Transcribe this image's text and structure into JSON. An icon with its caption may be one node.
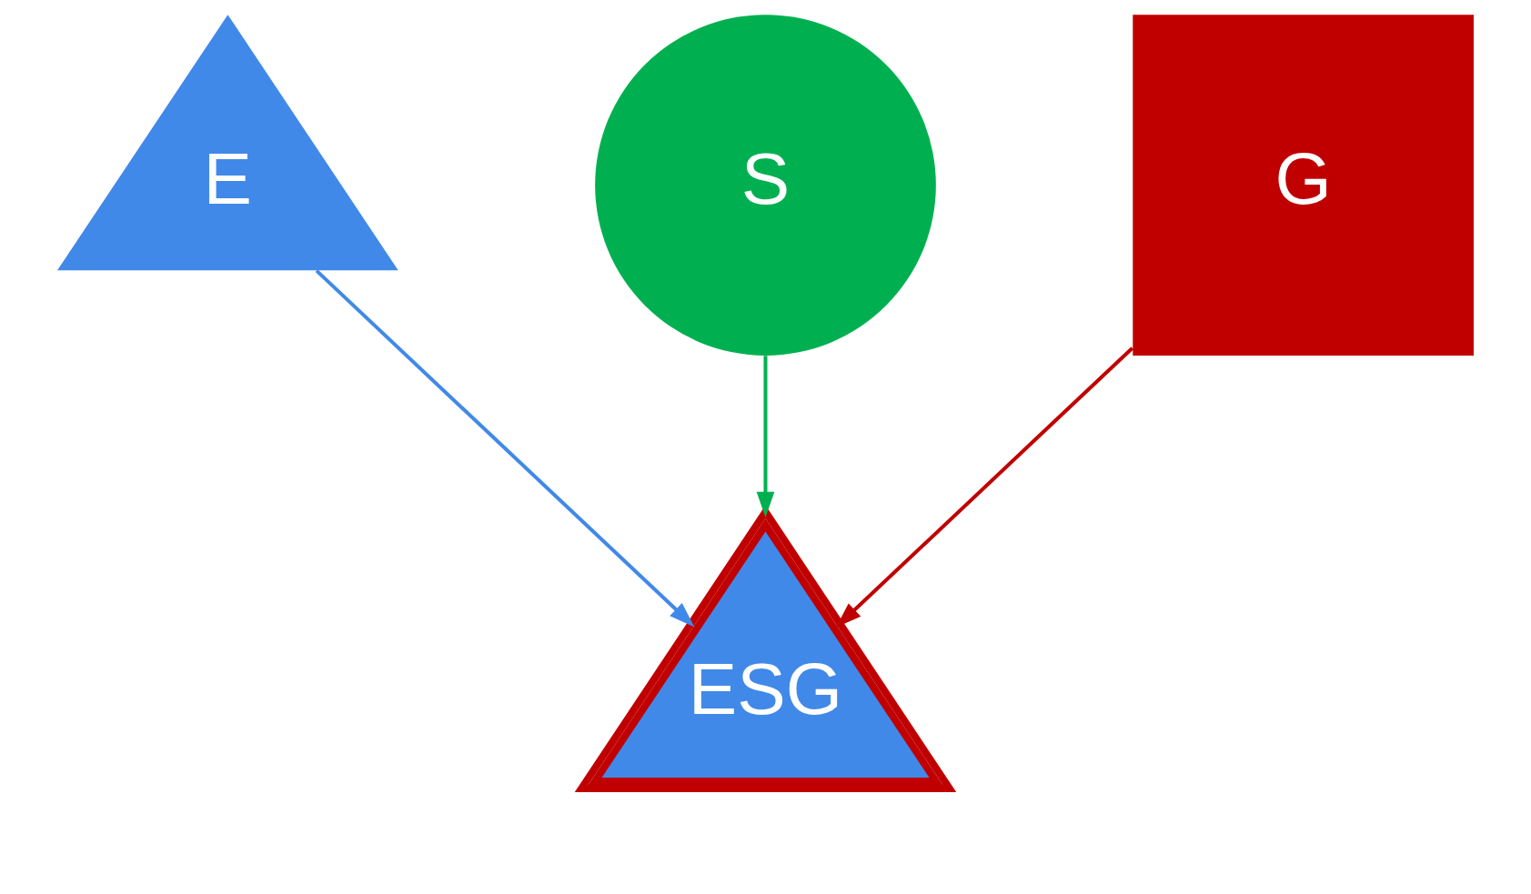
{
  "diagram": {
    "nodes": [
      {
        "text": [
          "E"
        ]
      },
      {
        "text": [
          "S"
        ]
      },
      {
        "text": [
          "G"
        ]
      },
      {
        "text": [
          "ESG"
        ]
      }
    ],
    "edges": [
      {
        "from": 0,
        "to": 3,
        "arrow": "to",
        "color": "#4189e8"
      },
      {
        "from": 1,
        "to": 3,
        "arrow": "to",
        "color": "#00b050"
      },
      {
        "from": 2,
        "to": 3,
        "arrow": "to",
        "color": "#c00000"
      }
    ]
  }
}
